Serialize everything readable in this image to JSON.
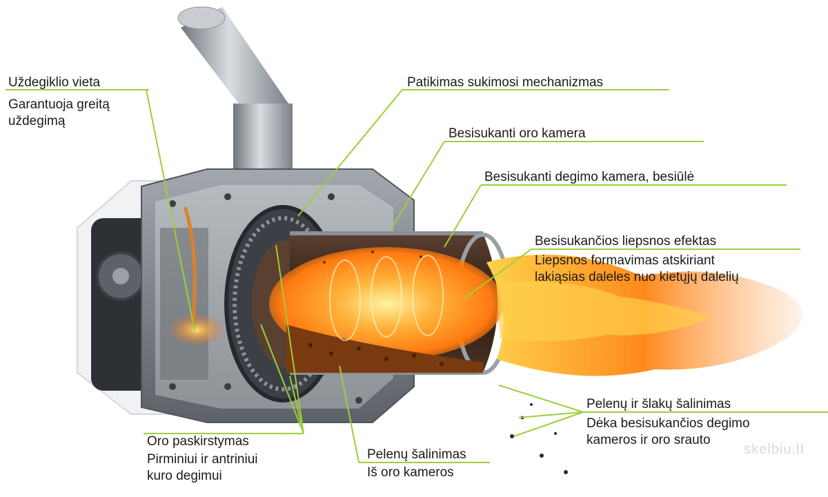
{
  "labels": {
    "igniter": {
      "title": "Uždegiklio vieta",
      "sub1": "Garantuoja greitą",
      "sub2": "uždegimą"
    },
    "rotation": {
      "title": "Patikimas sukimosi mechanizmas"
    },
    "air_chamber": {
      "title": "Besisukanti oro kamera"
    },
    "combustion_chamber": {
      "title": "Besisukanti degimo kamera, besiūlė"
    },
    "flame_effect": {
      "title": "Besisukančios liepsnos efektas",
      "sub1": "Liepsnos formavimas atskiriant",
      "sub2": "lakiąsias daleles nuo kietųjų dalelių"
    },
    "ash_slag": {
      "title": "Pelenų ir šlakų šalinimas",
      "sub1": "Dėka besisukančios degimo",
      "sub2": "kameros ir oro srauto"
    },
    "air_distribution": {
      "title": "Oro paskirstymas",
      "sub1": "Pirminiui ir antriniui",
      "sub2": "kuro degimui"
    },
    "ash_removal": {
      "title": "Pelenų šalinimas",
      "sub1": "Iš oro kameros"
    }
  },
  "watermark": "skelbiu.lt",
  "colors": {
    "leader": "#9ccf3a",
    "steel": "#8b9096",
    "flame": "#ff8a1c"
  }
}
